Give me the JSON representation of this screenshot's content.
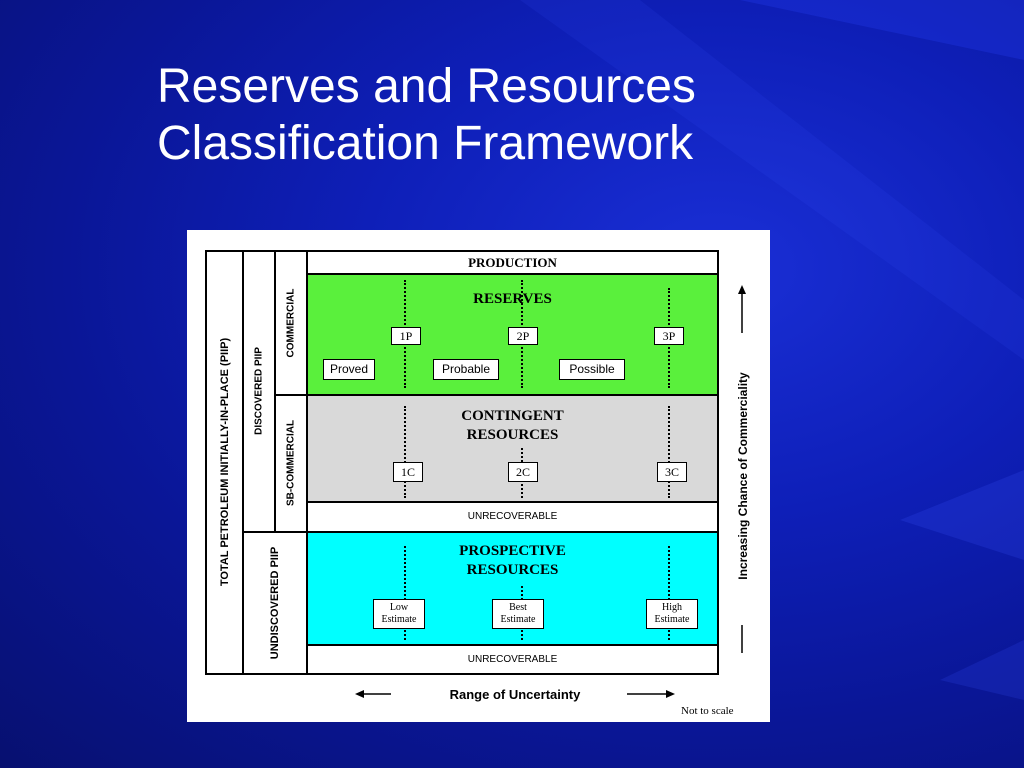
{
  "slide": {
    "title_line1": "Reserves and Resources",
    "title_line2": "Classification Framework"
  },
  "diagram": {
    "left_labels": {
      "total": "TOTAL PETROLEUM INITIALLY-IN-PLACE  (PIIP)",
      "discovered": "DISCOVERED PIIP",
      "undiscovered": "UNDISCOVERED PIIP",
      "commercial": "COMMERCIAL",
      "sub_commercial": "SB-COMMERCIAL"
    },
    "production": "PRODUCTION",
    "reserves": {
      "title": "RESERVES",
      "tags": [
        "1P",
        "2P",
        "3P"
      ],
      "categories": [
        "Proved",
        "Probable",
        "Possible"
      ],
      "color": "#5af03c"
    },
    "contingent": {
      "title_line1": "CONTINGENT",
      "title_line2": "RESOURCES",
      "tags": [
        "1C",
        "2C",
        "3C"
      ],
      "color": "#d9d9d9"
    },
    "unrecoverable": "UNRECOVERABLE",
    "prospective": {
      "title_line1": "PROSPECTIVE",
      "title_line2": "RESOURCES",
      "estimates": [
        {
          "line1": "Low",
          "line2": "Estimate"
        },
        {
          "line1": "Best",
          "line2": "Estimate"
        },
        {
          "line1": "High",
          "line2": "Estimate"
        }
      ],
      "color": "#00ffff"
    },
    "range_label": "Range of Uncertainty",
    "commerciality_label": "Increasing Chance of Commerciality",
    "note": "Not to scale"
  },
  "colors": {
    "background": "#0e1fb8",
    "title_text": "#ffffff"
  }
}
